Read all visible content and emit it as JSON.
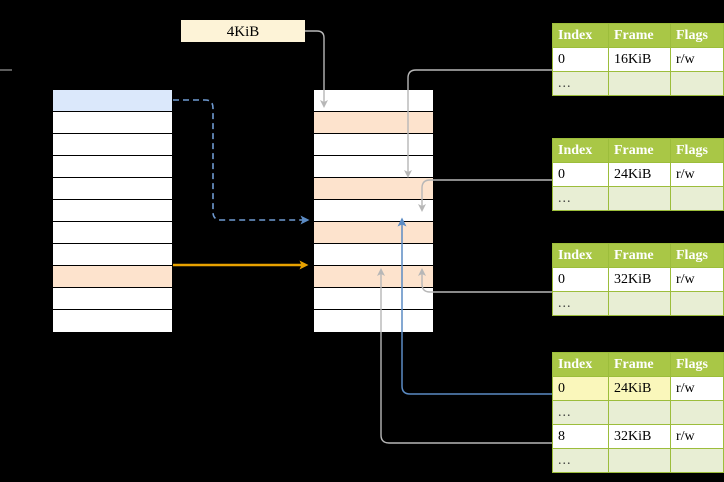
{
  "diagram": {
    "title_chip": {
      "label": "4KiB"
    },
    "colors": {
      "header_green": "#a9c746",
      "row_alt_green": "#e8eed4",
      "highlight_yellow": "#faf7bb",
      "chip_cream": "#fdf3d7",
      "cell_blue": "#dbe8fb",
      "cell_orange": "#fde3cd",
      "arrow_blue": "#5b8bc4",
      "arrow_orange": "#e8a200",
      "arrow_gray": "#b7b7b7"
    }
  },
  "virtual_column": {
    "name": "virtual-address-space",
    "cells": [
      {
        "index": 0,
        "fill": "blue",
        "label": ""
      },
      {
        "index": 1,
        "fill": "white",
        "label": ""
      },
      {
        "index": 2,
        "fill": "white",
        "label": ""
      },
      {
        "index": 3,
        "fill": "white",
        "label": ""
      },
      {
        "index": 4,
        "fill": "white",
        "label": ""
      },
      {
        "index": 5,
        "fill": "white",
        "label": ""
      },
      {
        "index": 6,
        "fill": "white",
        "label": ""
      },
      {
        "index": 7,
        "fill": "white",
        "label": ""
      },
      {
        "index": 8,
        "fill": "orange",
        "label": ""
      },
      {
        "index": 9,
        "fill": "white",
        "label": ""
      },
      {
        "index": 10,
        "fill": "white",
        "label": ""
      }
    ]
  },
  "physical_column": {
    "name": "physical-memory",
    "cells": [
      {
        "index": 0,
        "fill": "white",
        "label": ""
      },
      {
        "index": 1,
        "fill": "orange",
        "label": ""
      },
      {
        "index": 2,
        "fill": "white",
        "label": ""
      },
      {
        "index": 3,
        "fill": "white",
        "label": ""
      },
      {
        "index": 4,
        "fill": "orange",
        "label": ""
      },
      {
        "index": 5,
        "fill": "white",
        "label": ""
      },
      {
        "index": 6,
        "fill": "orange",
        "label": ""
      },
      {
        "index": 7,
        "fill": "white",
        "label": ""
      },
      {
        "index": 8,
        "fill": "orange",
        "label": ""
      },
      {
        "index": 9,
        "fill": "white",
        "label": ""
      },
      {
        "index": 10,
        "fill": "white",
        "label": ""
      }
    ]
  },
  "page_tables": [
    {
      "name": "page-table-1",
      "headers": [
        "Index",
        "Frame",
        "Flags"
      ],
      "rows": [
        {
          "cells": [
            "0",
            "16KiB",
            "r/w"
          ],
          "style": "normal",
          "highlight": []
        },
        {
          "cells": [
            "...",
            "",
            ""
          ],
          "style": "ellipsis",
          "highlight": []
        }
      ]
    },
    {
      "name": "page-table-2",
      "headers": [
        "Index",
        "Frame",
        "Flags"
      ],
      "rows": [
        {
          "cells": [
            "0",
            "24KiB",
            "r/w"
          ],
          "style": "normal",
          "highlight": []
        },
        {
          "cells": [
            "...",
            "",
            ""
          ],
          "style": "ellipsis",
          "highlight": []
        }
      ]
    },
    {
      "name": "page-table-3",
      "headers": [
        "Index",
        "Frame",
        "Flags"
      ],
      "rows": [
        {
          "cells": [
            "0",
            "32KiB",
            "r/w"
          ],
          "style": "normal",
          "highlight": []
        },
        {
          "cells": [
            "...",
            "",
            ""
          ],
          "style": "ellipsis",
          "highlight": []
        }
      ]
    },
    {
      "name": "page-table-4",
      "headers": [
        "Index",
        "Frame",
        "Flags"
      ],
      "rows": [
        {
          "cells": [
            "0",
            "24KiB",
            "r/w"
          ],
          "style": "normal",
          "highlight": [
            1,
            2
          ]
        },
        {
          "cells": [
            "...",
            "",
            ""
          ],
          "style": "ellipsis",
          "highlight": []
        },
        {
          "cells": [
            "8",
            "32KiB",
            "r/w"
          ],
          "style": "normal",
          "highlight": []
        },
        {
          "cells": [
            "...",
            "",
            ""
          ],
          "style": "ellipsis",
          "highlight": []
        }
      ]
    }
  ]
}
